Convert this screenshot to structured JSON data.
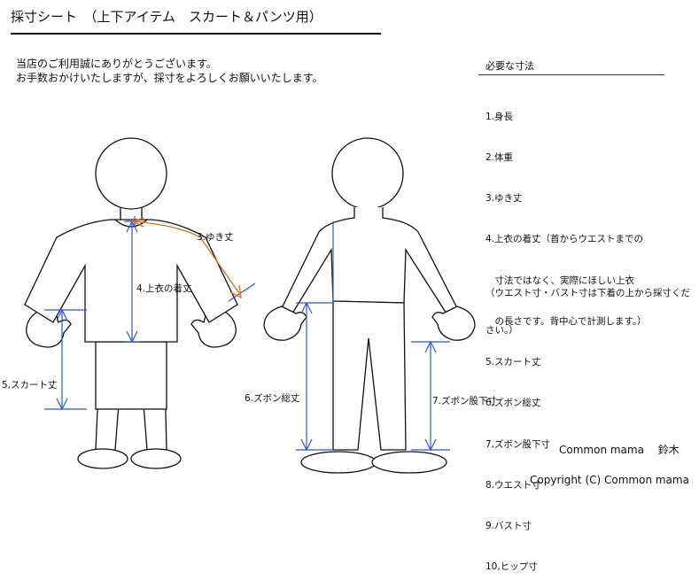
{
  "title": "採寸シート　（上下アイテム　スカート＆パンツ用）",
  "greeting": [
    "当店のご利用誠にありがとうございます。",
    "お手数おかけいたしますが、採寸をよろしくお願いいたします。"
  ],
  "required": {
    "heading": "必要な寸法",
    "items": [
      "1.身長",
      "2.体重",
      "3.ゆき丈",
      "4.上衣の着丈（首からウエストまでの",
      "　寸法ではなく、実際にほしい上衣",
      "　の長さです。背中心で計測します。）",
      "5.スカート丈",
      "6,ズボン総丈",
      "7,ズボン股下寸",
      "8.ウエスト寸",
      "9.バスト寸",
      "10,ヒップ寸"
    ],
    "note": [
      "（ウエスト寸・バスト寸は下着の上から採寸くだ",
      "さい。）"
    ]
  },
  "labels": {
    "yuki": "3.ゆき丈",
    "uwagi": "4.上衣の着丈",
    "skirt": "5,スカート丈",
    "zubon_total": "6.ズボン総丈",
    "zubon_inseam": "7.ズボン股下寸"
  },
  "brand": "Common mama　 鈴木",
  "copyright": "Copyright (C) Common mama",
  "colors": {
    "measure_line": "#3355cc",
    "yuki_line": "#e07020",
    "outline": "#111111"
  }
}
